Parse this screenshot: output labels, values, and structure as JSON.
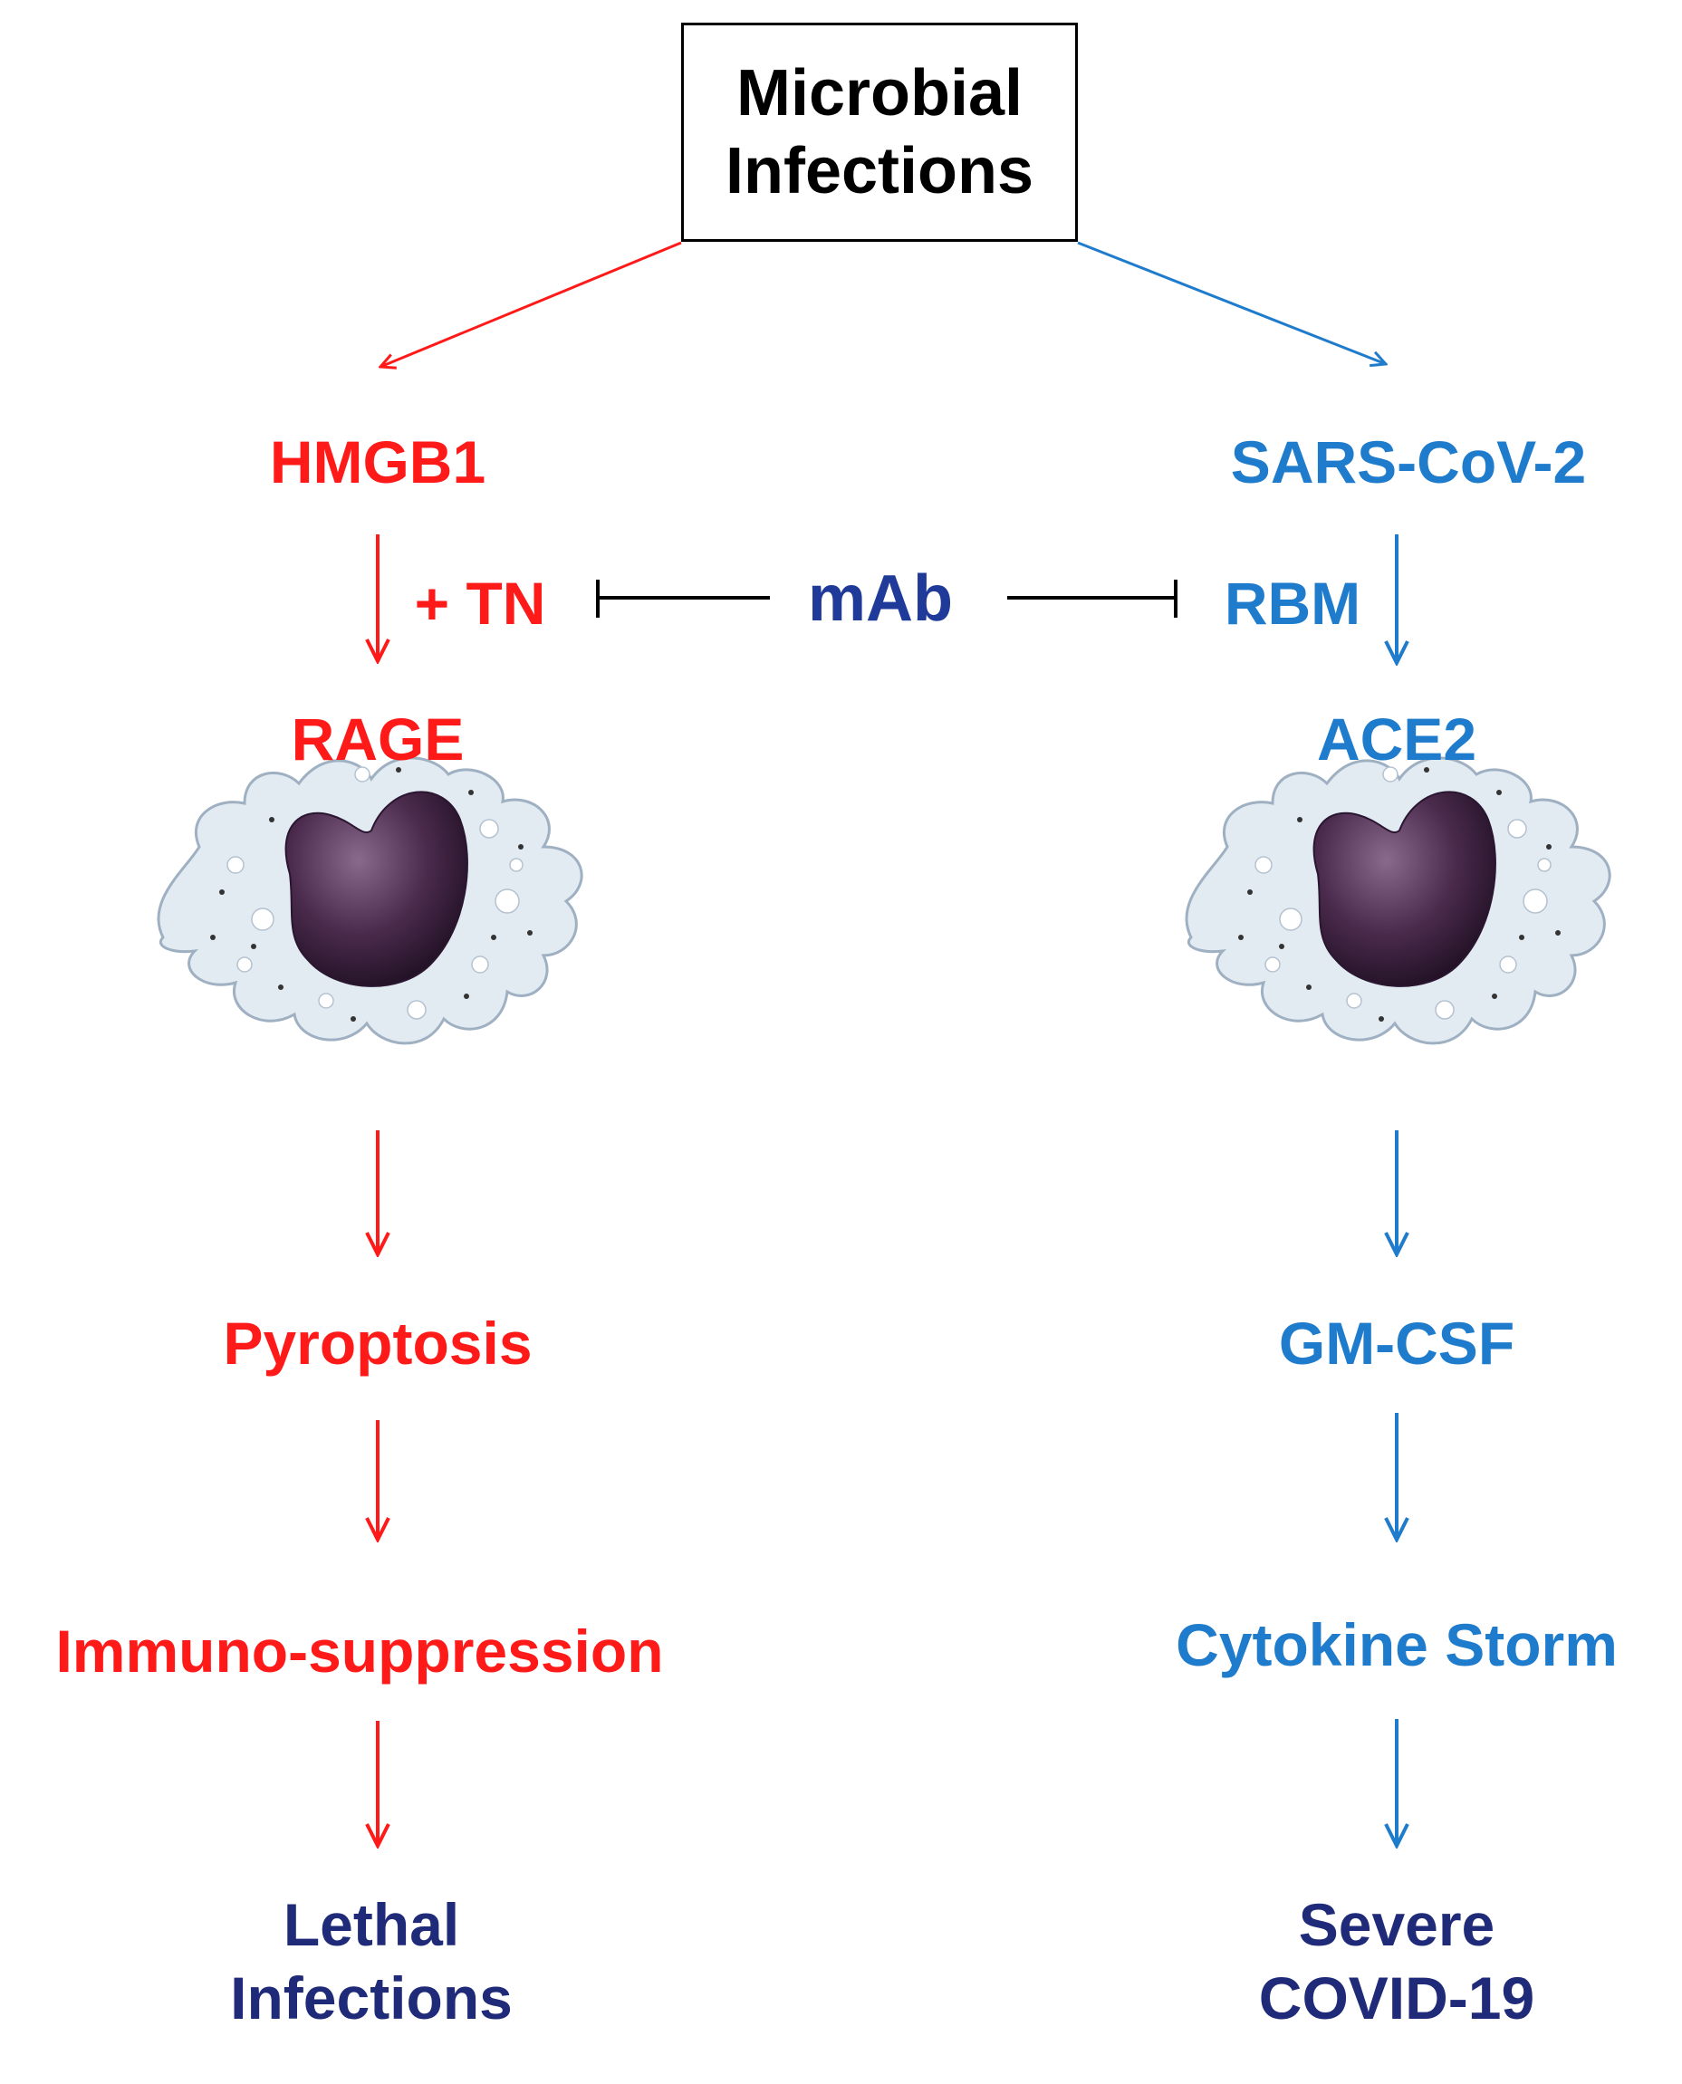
{
  "top": {
    "title": "Microbial\nInfections"
  },
  "left": {
    "nodes": {
      "hmgb1": "HMGB1",
      "tn": "+ TN",
      "rage": "RAGE",
      "pyroptosis": "Pyroptosis",
      "immuno": "Immuno-suppression",
      "outcome": "Lethal\nInfections"
    }
  },
  "center": {
    "inhibitor": "mAb"
  },
  "right": {
    "nodes": {
      "sars": "SARS-CoV-2",
      "rbm": "RBM",
      "ace2": "ACE2",
      "gmcsf": "GM-CSF",
      "storm": "Cytokine Storm",
      "outcome": "Severe\nCOVID-19"
    }
  },
  "colors": {
    "left_pathway": "#ff1a1a",
    "right_pathway": "#1f7ccc",
    "outcome_text": "#1f2a78",
    "inhibition": "#000000",
    "cell_body": "#e3ebf2",
    "cell_outline": "#9fb0c2",
    "nucleus": "#4a2a4c"
  }
}
